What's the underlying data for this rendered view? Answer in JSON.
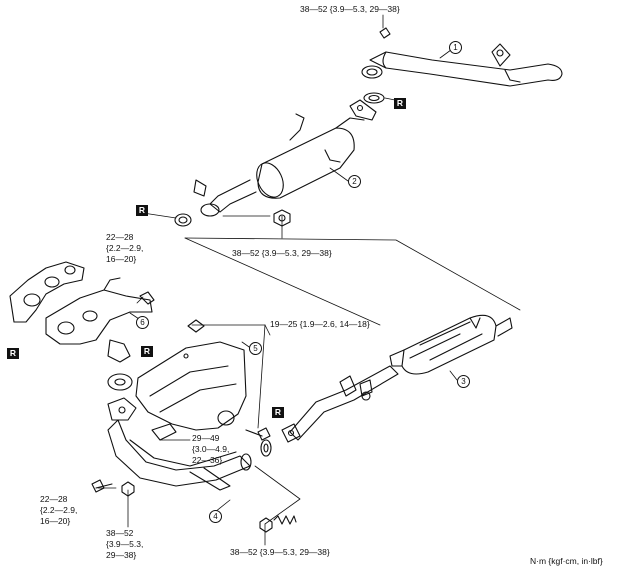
{
  "torque_specs": {
    "top": "38—52 {3.9—5.3, 29—38}",
    "middle": "38—52 {3.9—5.3, 29—38}",
    "manifold_l1": "22—28",
    "manifold_l2": "{2.2—2.9,",
    "manifold_l3": "16—20}",
    "heat_insulator": "19—25 {1.9—2.6, 14—18}",
    "bracket_l1": "29—49",
    "bracket_l2": "{3.0—4.9,",
    "bracket_l3": "22—36}",
    "lower_left_l1": "22—28",
    "lower_left_l2": "{2.2—2.9,",
    "lower_left_l3": "16—20}",
    "lower_nut_l1": "38—52",
    "lower_nut_l2": "{3.9—5.3,",
    "lower_nut_l3": "29—38}",
    "bottom": "38—52 {3.9—5.3, 29—38}"
  },
  "callouts": [
    "1",
    "2",
    "3",
    "4",
    "5",
    "6"
  ],
  "replace_tag": "R",
  "units": "N·m {kgf·cm, in·lbf}",
  "colors": {
    "line": "#111111",
    "tag_bg": "#111111"
  }
}
